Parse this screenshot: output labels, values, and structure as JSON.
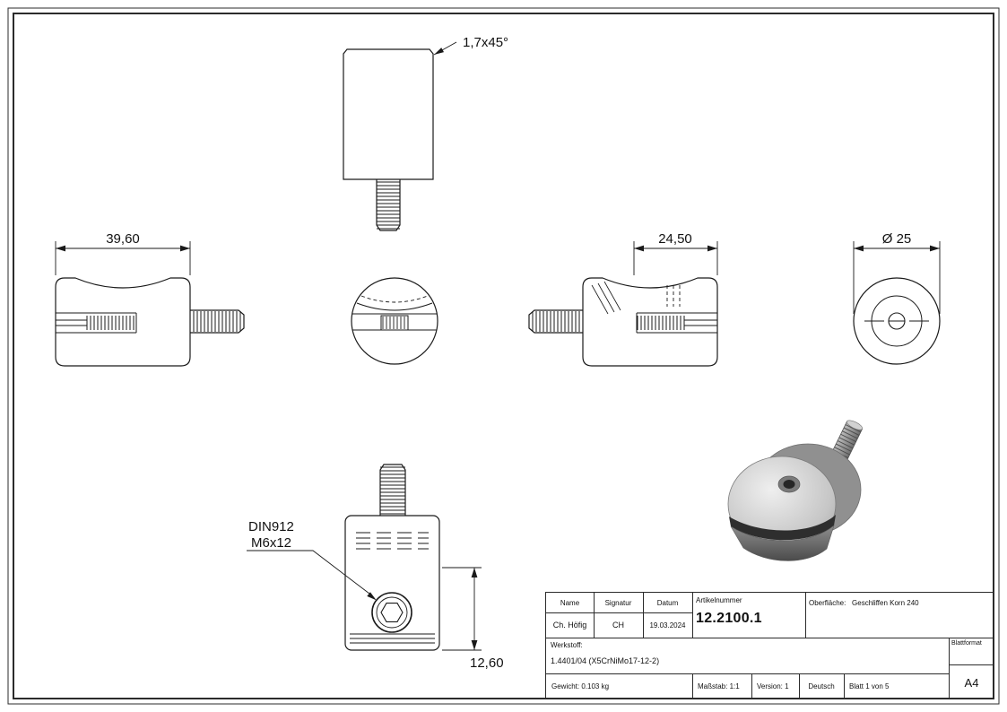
{
  "annotations": {
    "chamfer": "1,7x45°",
    "width": "39,60",
    "depth": "24,50",
    "diameter": "Ø 25",
    "screw_norm": "DIN912",
    "screw_size": "M6x12",
    "height": "12,60"
  },
  "title_block": {
    "headers": {
      "name": "Name",
      "signatur": "Signatur",
      "datum": "Datum",
      "artikelnummer": "Artikelnummer"
    },
    "surface_label": "Oberfläche:",
    "surface_value": "Geschliffen Korn 240",
    "name": "Ch. Höfig",
    "signatur": "CH",
    "datum": "19.03.2024",
    "artikelnummer": "12.2100.1",
    "werkstoff_label": "Werkstoff:",
    "werkstoff_value": "1.4401/04 (X5CrNiMo17-12-2)",
    "blattformat_label": "Blattformat",
    "blattformat_value": "A4",
    "gewicht": "Gewicht: 0.103 kg",
    "massstab": "Maßstab: 1:1",
    "version": "Version: 1",
    "sprache": "Deutsch",
    "blatt": "Blatt 1 von 5"
  }
}
